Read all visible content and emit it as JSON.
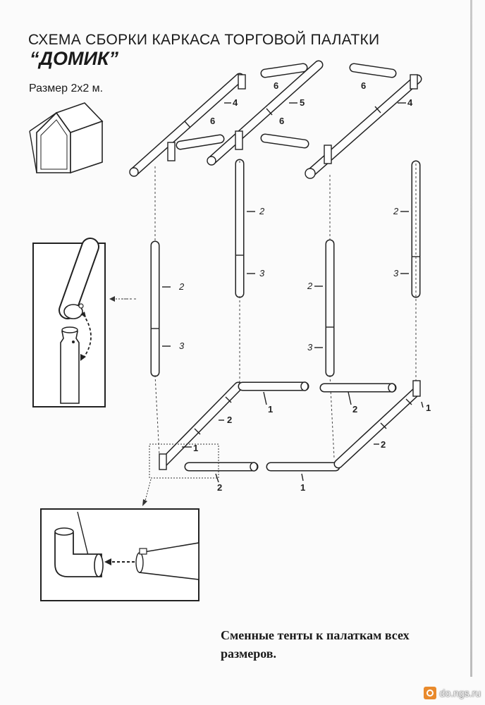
{
  "title": "СХЕМА СБОРКИ КАРКАСА ТОРГОВОЙ ПАЛАТКИ",
  "subtitle": "“ДОМИК”",
  "size_label": "Размер 2х2 м.",
  "footer_text": "Сменные тенты к палаткам всех размеров.",
  "watermark": "do.ngs.ru",
  "part_labels": {
    "p1": "1",
    "p2": "2",
    "p3": "3",
    "p4": "4",
    "p5": "5",
    "p6": "6"
  }
}
